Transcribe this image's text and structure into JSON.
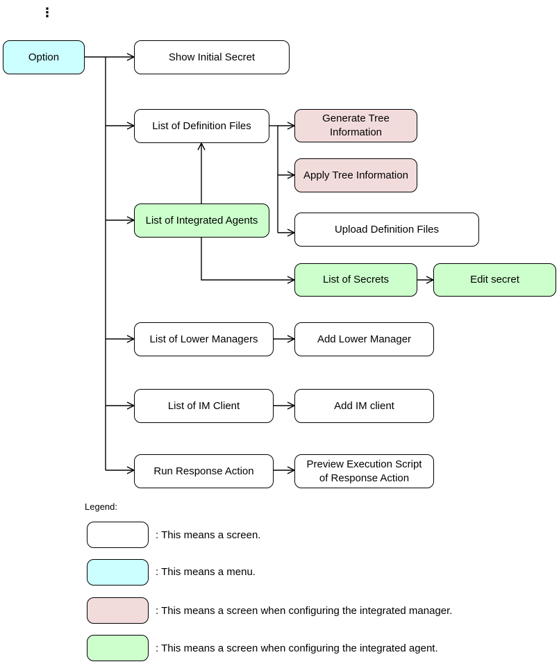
{
  "colors": {
    "screen": "#ffffff",
    "menu": "#ccffff",
    "integrated_manager_screen": "#f2dcdb",
    "integrated_agent_screen": "#ccffcc"
  },
  "ellipsis": "⋮",
  "nodes": {
    "option": "Option",
    "show_initial_secret": "Show Initial Secret",
    "list_of_definition_files": "List of Definition Files",
    "generate_tree_information": "Generate Tree\nInformation",
    "apply_tree_information": "Apply Tree Information",
    "upload_definition_files": "Upload Definition Files",
    "list_of_integrated_agents": "List of Integrated Agents",
    "list_of_secrets": "List of Secrets",
    "edit_secret": "Edit secret",
    "list_of_lower_managers": "List of Lower Managers",
    "add_lower_manager": "Add Lower Manager",
    "list_of_im_client": "List of IM Client",
    "add_im_client": "Add IM client",
    "run_response_action": "Run Response Action",
    "preview_execution_script": "Preview Execution Script\nof Response Action"
  },
  "legend": {
    "title": "Legend:",
    "items": [
      {
        "kind": "screen",
        "text": ": This means a screen."
      },
      {
        "kind": "menu",
        "text": ": This means a menu."
      },
      {
        "kind": "integrated_manager_screen",
        "text": ": This means a screen when configuring the integrated manager."
      },
      {
        "kind": "integrated_agent_screen",
        "text": ": This means a screen when configuring the integrated agent."
      }
    ]
  }
}
